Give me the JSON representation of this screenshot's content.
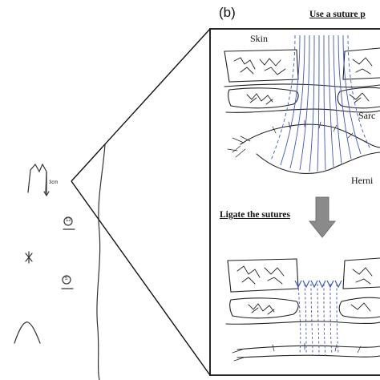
{
  "panel": {
    "label": "(b)"
  },
  "steps": {
    "top_caption": "Use a suture p",
    "bottom_caption": "Ligate the sutures"
  },
  "tissue_labels": {
    "skin": "Skin",
    "sarc": "Sarc",
    "hernia": "Herni"
  },
  "sketch": {
    "distance_mark": "3cm",
    "port_a": "12",
    "port_b": "5"
  },
  "colors": {
    "suture": "#3b57c4",
    "arrow": "#8a8a8a",
    "ink": "#1a1a1a"
  }
}
